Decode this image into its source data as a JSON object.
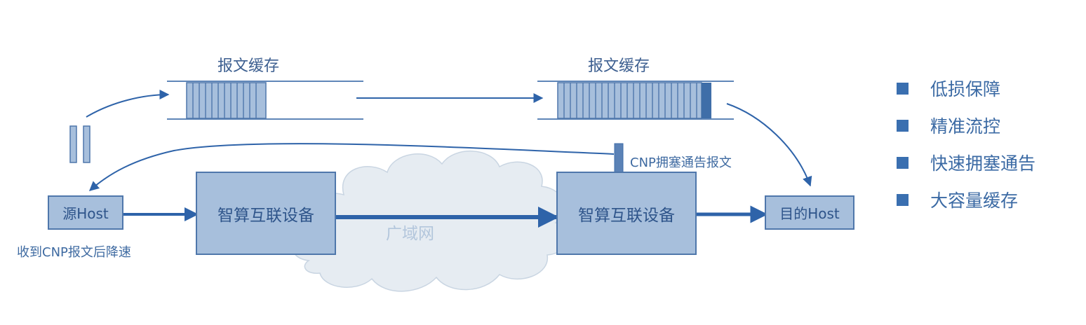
{
  "buffers": {
    "left_title": "报文缓存",
    "right_title": "报文缓存"
  },
  "nodes": {
    "source": "源Host",
    "device_left": "智算互联设备",
    "device_right": "智算互联设备",
    "destination": "目的Host"
  },
  "cloud_label": "广域网",
  "source_note": "收到CNP报文后降速",
  "cnp_label": "CNP拥塞通告报文",
  "legend": [
    {
      "label": "低损保障"
    },
    {
      "label": "精准流控"
    },
    {
      "label": "快速拥塞通告"
    },
    {
      "label": "大容量缓存"
    }
  ],
  "colors": {
    "arrow": "#2e63a9",
    "box_fill": "#a7bfdc",
    "box_border": "#4f77ab",
    "cloud_fill": "#e6ecf2",
    "cloud_stroke": "#c9d5e2",
    "legend_square": "#3a6fb0"
  }
}
